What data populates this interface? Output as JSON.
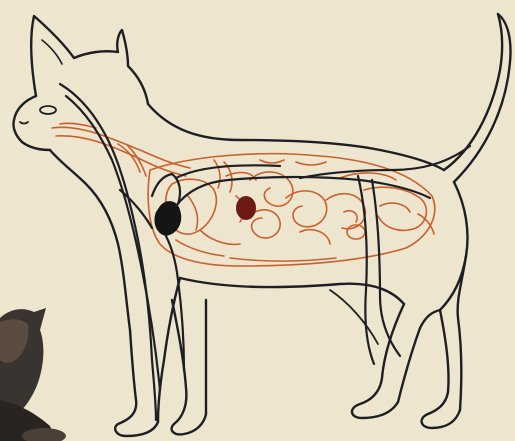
{
  "palette": {
    "paper": "#efe7cf",
    "outline": "#1d1f24",
    "organs": "#c9612e",
    "heart": "#151515",
    "kidney": "#6b1a16",
    "photo_cat": "#3a3430"
  },
  "figure": {
    "subject": "cat-anatomy-diagram",
    "icons": [
      "cat-outline",
      "digestive-tract",
      "heart",
      "kidney",
      "photo-cat-corner"
    ]
  }
}
